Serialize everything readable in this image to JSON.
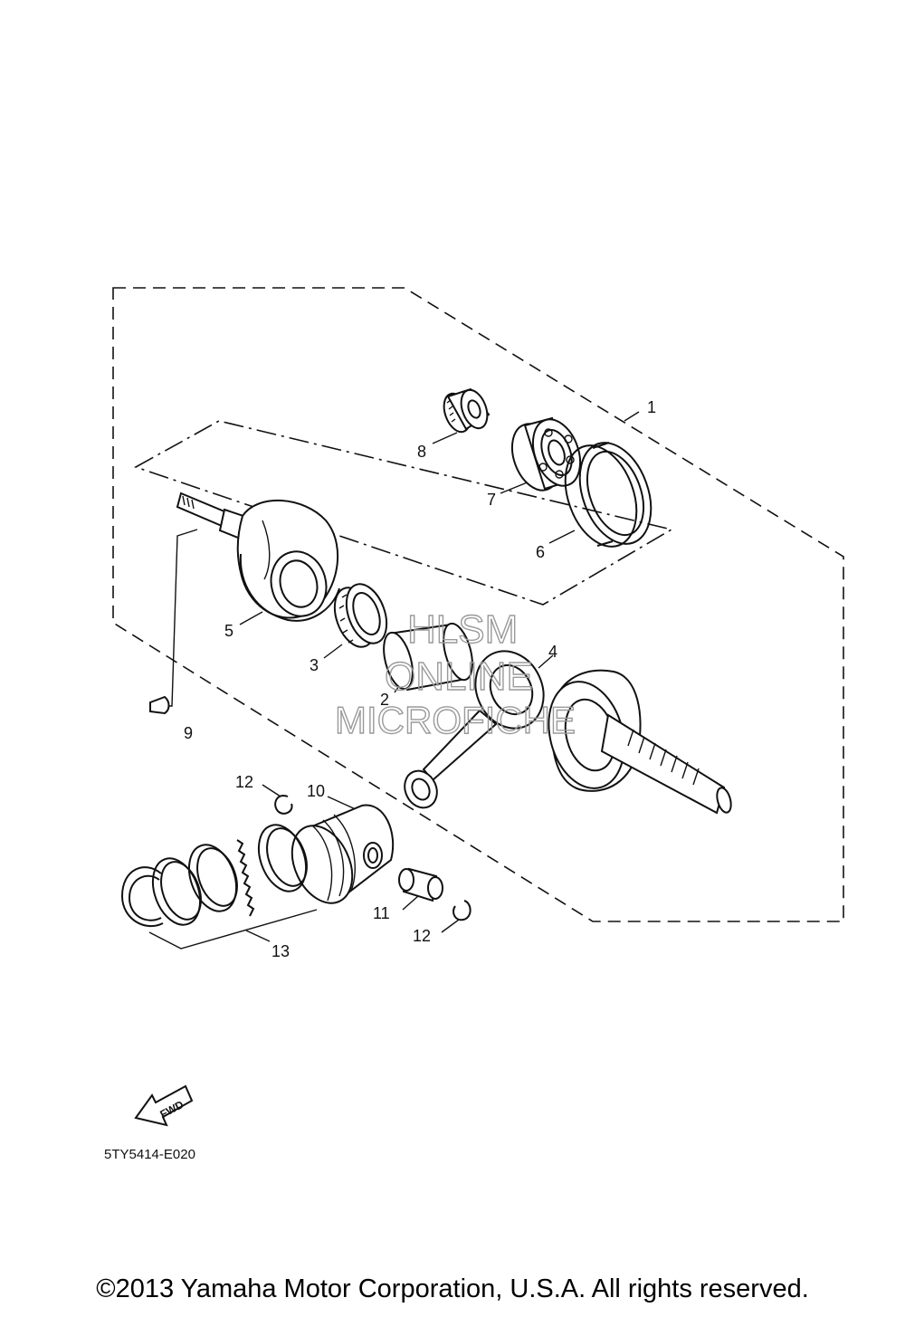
{
  "diagram": {
    "part_numbers": [
      "1",
      "2",
      "3",
      "4",
      "5",
      "6",
      "7",
      "8",
      "9",
      "10",
      "11",
      "12",
      "12",
      "13"
    ],
    "watermark": {
      "line1": "HLSM",
      "line2": "ONLINE",
      "line3": "MICROFICHE"
    },
    "fwd_label": "FWD",
    "diagram_code": "5TY5414-E020"
  },
  "footer": {
    "copyright": "©2013 Yamaha Motor Corporation, U.S.A. All rights reserved."
  }
}
